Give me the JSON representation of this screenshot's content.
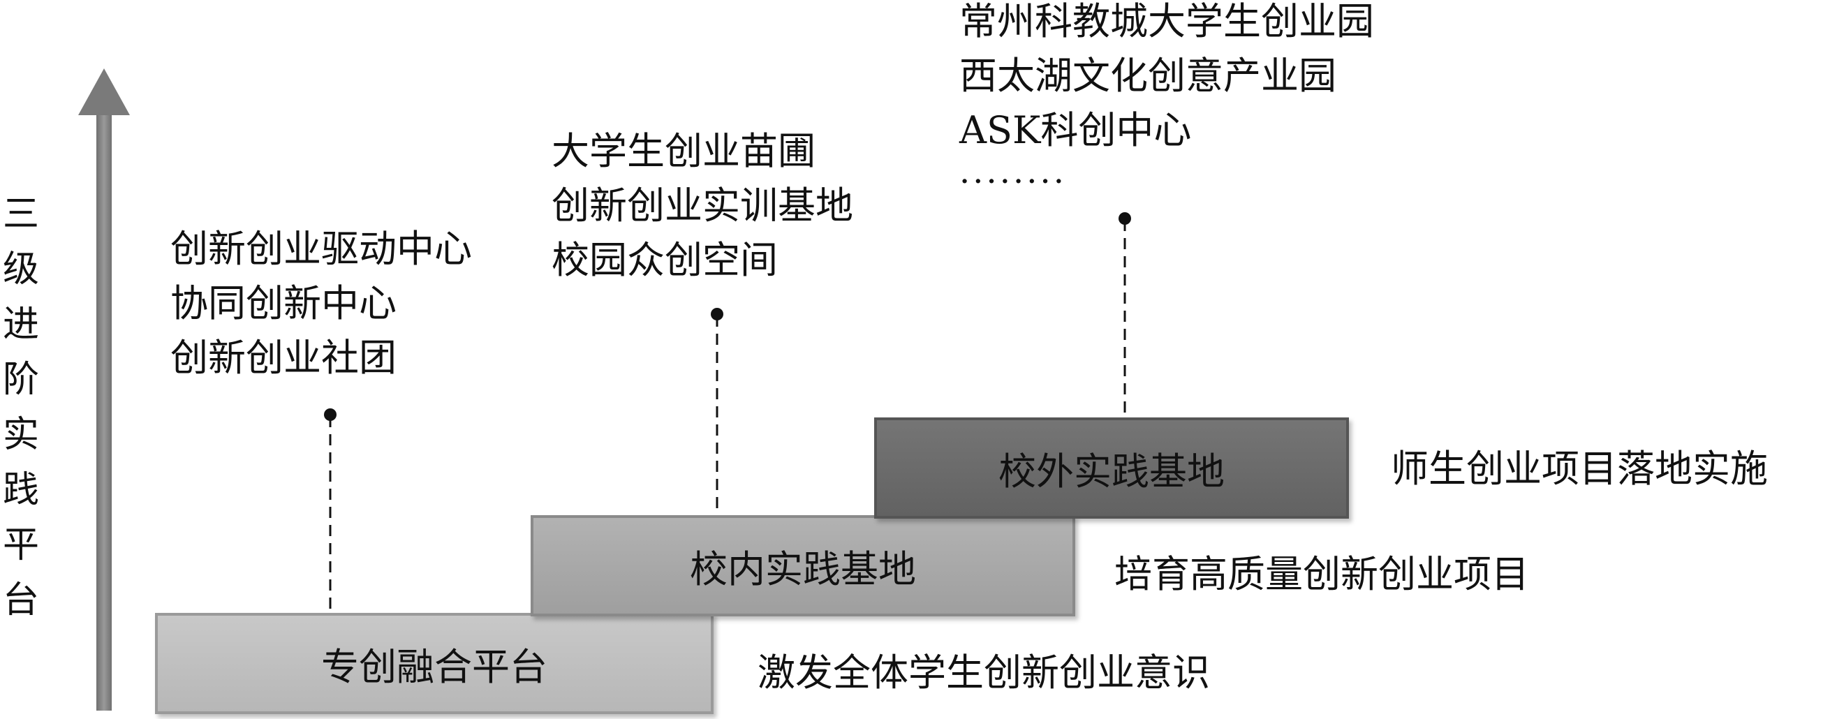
{
  "axis_label": [
    "三",
    "级",
    "进",
    "阶",
    "实",
    "践",
    "平",
    "台"
  ],
  "levels": [
    {
      "bar_label": "专创融合平台",
      "description": "激发全体学生创新创业意识",
      "items": [
        "创新创业驱动中心",
        "协同创新中心",
        "创新创业社团"
      ]
    },
    {
      "bar_label": "校内实践基地",
      "description": "培育高质量创新创业项目",
      "items": [
        "大学生创业苗圃",
        "创新创业实训基地",
        "校园众创空间"
      ]
    },
    {
      "bar_label": "校外实践基地",
      "description": "师生创业项目落地实施",
      "items": [
        "常州科教城大学生创业园",
        "西太湖文化创意产业园",
        "ASK科创中心"
      ],
      "ellipsis": "········"
    }
  ],
  "colors": {
    "bar_1": "#c0c0c0",
    "bar_2": "#a8a8a8",
    "bar_3": "#6b6b6b",
    "axis_arrow": "#7a7a7a"
  }
}
